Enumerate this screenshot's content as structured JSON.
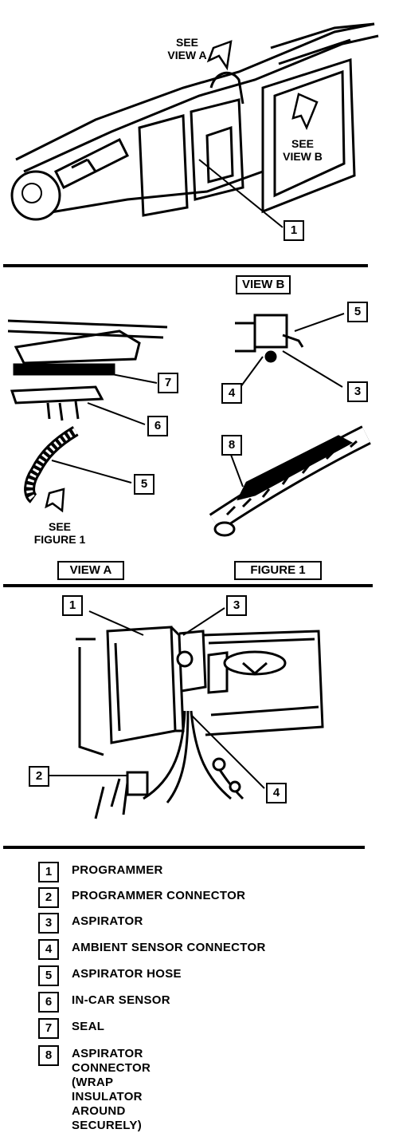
{
  "top_view": {
    "callout_view_a": "SEE\nVIEW A",
    "callout_view_b": "SEE\nVIEW B",
    "marker_1": "1"
  },
  "view_a": {
    "label": "VIEW A",
    "callout_figure": "SEE\nFIGURE 1",
    "markers": {
      "m5": "5",
      "m6": "6",
      "m7": "7"
    }
  },
  "view_b": {
    "label": "VIEW B",
    "markers": {
      "m3": "3",
      "m4": "4",
      "m5": "5"
    }
  },
  "figure_1": {
    "label": "FIGURE 1",
    "marker_8": "8"
  },
  "bottom_view": {
    "markers": {
      "m1": "1",
      "m2": "2",
      "m3": "3",
      "m4": "4"
    }
  },
  "legend": [
    {
      "num": "1",
      "text": "PROGRAMMER"
    },
    {
      "num": "2",
      "text": "PROGRAMMER CONNECTOR"
    },
    {
      "num": "3",
      "text": "ASPIRATOR"
    },
    {
      "num": "4",
      "text": "AMBIENT SENSOR CONNECTOR"
    },
    {
      "num": "5",
      "text": "ASPIRATOR HOSE"
    },
    {
      "num": "6",
      "text": "IN-CAR SENSOR"
    },
    {
      "num": "7",
      "text": "SEAL"
    },
    {
      "num": "8",
      "text": "ASPIRATOR CONNECTOR (WRAP\nINSULATOR AROUND SECURELY)"
    }
  ]
}
